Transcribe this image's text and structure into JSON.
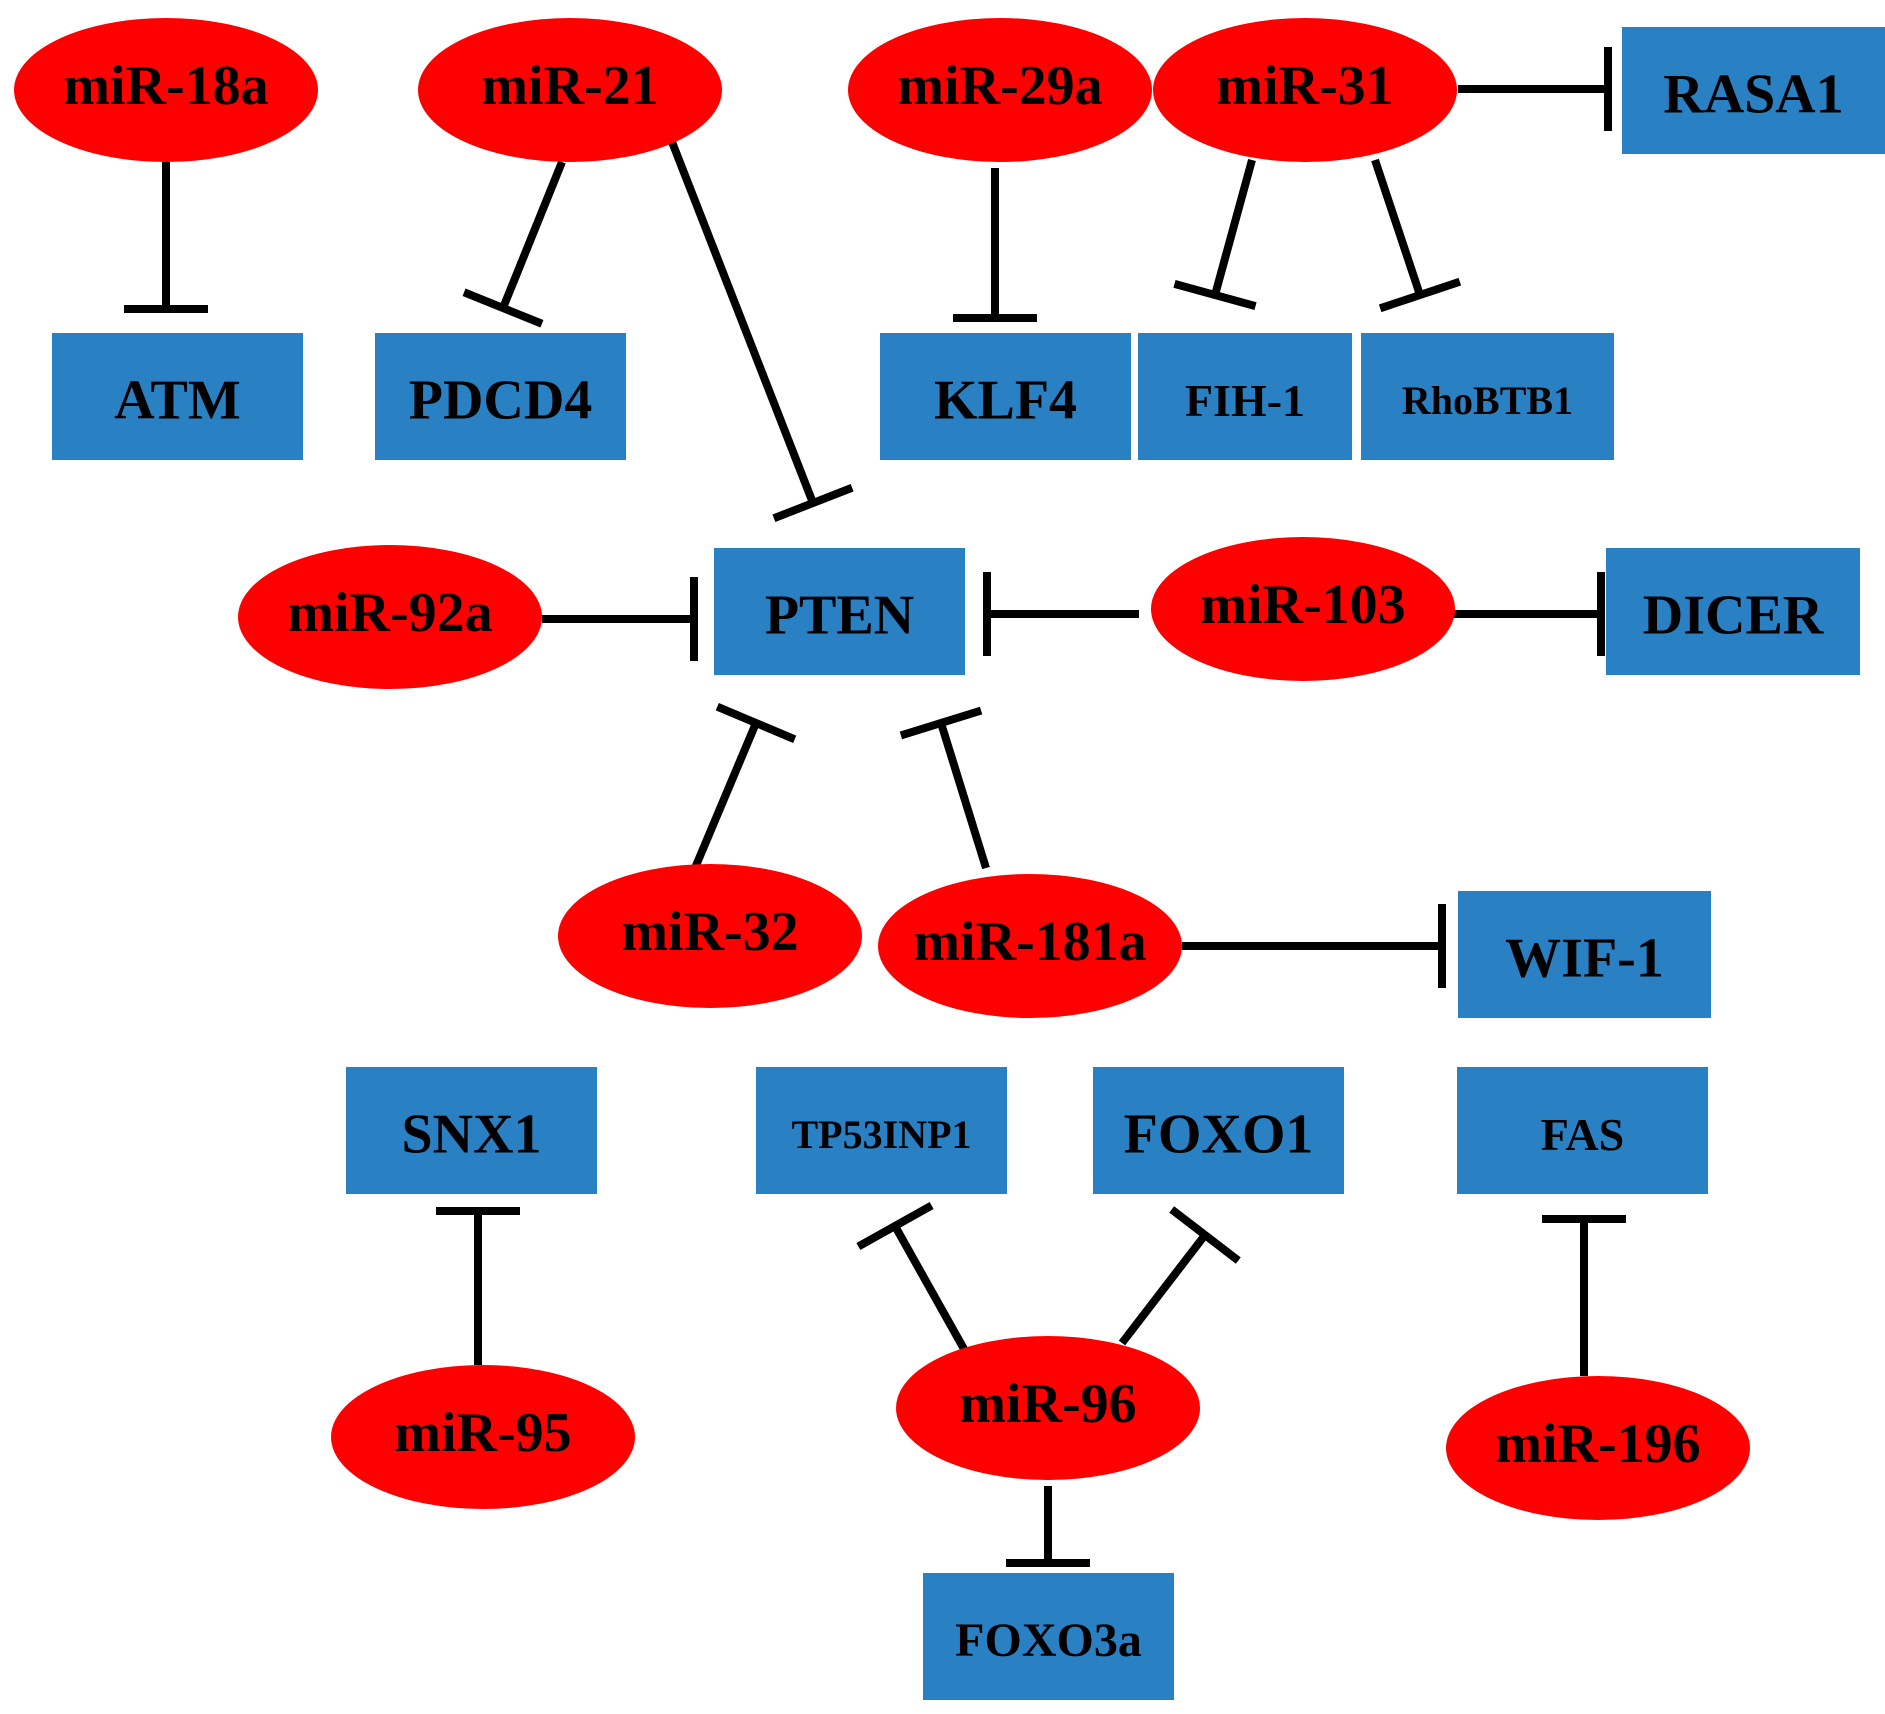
{
  "colors": {
    "mirna_fill": "#ff0000",
    "gene_fill": "#2980c3",
    "edge": "#000000",
    "background": "#ffffff"
  },
  "mirnas": [
    {
      "id": "miR-18a",
      "label": "miR-18a"
    },
    {
      "id": "miR-21",
      "label": "miR-21"
    },
    {
      "id": "miR-29a",
      "label": "miR-29a"
    },
    {
      "id": "miR-31",
      "label": "miR-31"
    },
    {
      "id": "miR-92a",
      "label": "miR-92a"
    },
    {
      "id": "miR-103",
      "label": "miR-103"
    },
    {
      "id": "miR-32",
      "label": "miR-32"
    },
    {
      "id": "miR-181a",
      "label": "miR-181a"
    },
    {
      "id": "miR-95",
      "label": "miR-95"
    },
    {
      "id": "miR-96",
      "label": "miR-96"
    },
    {
      "id": "miR-196",
      "label": "miR-196"
    }
  ],
  "genes": [
    {
      "id": "ATM",
      "label": "ATM"
    },
    {
      "id": "PDCD4",
      "label": "PDCD4"
    },
    {
      "id": "KLF4",
      "label": "KLF4"
    },
    {
      "id": "FIH-1",
      "label": "FIH-1"
    },
    {
      "id": "RhoBTB1",
      "label": "RhoBTB1"
    },
    {
      "id": "RASA1",
      "label": "RASA1"
    },
    {
      "id": "PTEN",
      "label": "PTEN"
    },
    {
      "id": "DICER",
      "label": "DICER"
    },
    {
      "id": "WIF-1",
      "label": "WIF-1"
    },
    {
      "id": "SNX1",
      "label": "SNX1"
    },
    {
      "id": "TP53INP1",
      "label": "TP53INP1"
    },
    {
      "id": "FOXO1",
      "label": "FOXO1"
    },
    {
      "id": "FAS",
      "label": "FAS"
    },
    {
      "id": "FOXO3a",
      "label": "FOXO3a"
    }
  ],
  "inhibitions": [
    {
      "from": "miR-18a",
      "to": "ATM"
    },
    {
      "from": "miR-21",
      "to": "PDCD4"
    },
    {
      "from": "miR-21",
      "to": "PTEN"
    },
    {
      "from": "miR-29a",
      "to": "KLF4"
    },
    {
      "from": "miR-31",
      "to": "RASA1"
    },
    {
      "from": "miR-31",
      "to": "FIH-1"
    },
    {
      "from": "miR-31",
      "to": "RhoBTB1"
    },
    {
      "from": "miR-92a",
      "to": "PTEN"
    },
    {
      "from": "miR-103",
      "to": "PTEN"
    },
    {
      "from": "miR-103",
      "to": "DICER"
    },
    {
      "from": "miR-32",
      "to": "PTEN"
    },
    {
      "from": "miR-181a",
      "to": "PTEN"
    },
    {
      "from": "miR-181a",
      "to": "WIF-1"
    },
    {
      "from": "miR-95",
      "to": "SNX1"
    },
    {
      "from": "miR-96",
      "to": "TP53INP1"
    },
    {
      "from": "miR-96",
      "to": "FOXO1"
    },
    {
      "from": "miR-96",
      "to": "FOXO3a"
    },
    {
      "from": "miR-196",
      "to": "FAS"
    }
  ]
}
